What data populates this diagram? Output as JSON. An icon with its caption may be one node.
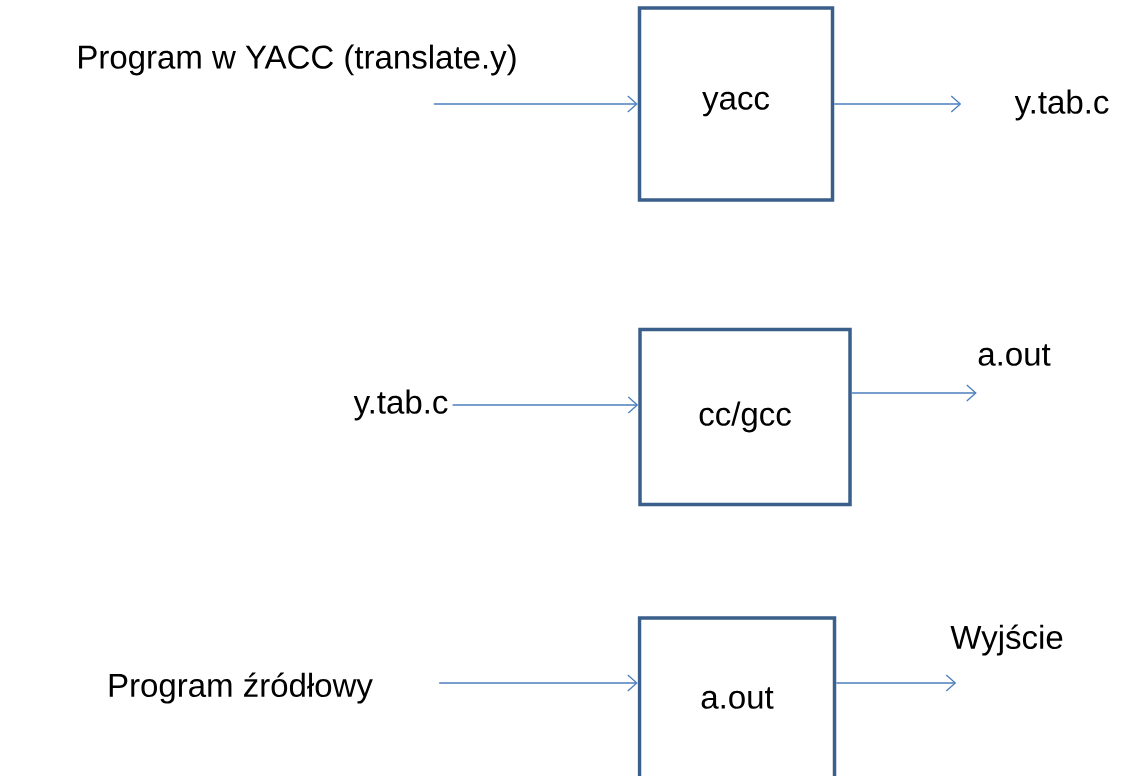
{
  "diagram": {
    "nodes": [
      {
        "text": [
          "Program w YACC (translate.y)"
        ]
      },
      {
        "text": [
          "yacc"
        ]
      },
      {
        "text": [
          "y.tab.c"
        ]
      },
      {
        "text": [
          "y.tab.c"
        ]
      },
      {
        "text": [
          "cc/gcc"
        ]
      },
      {
        "text": [
          "a.out"
        ]
      },
      {
        "text": [
          "Program źródłowy"
        ]
      },
      {
        "text": [
          "a.out"
        ]
      },
      {
        "text": [
          "Wyjście"
        ]
      }
    ],
    "edges": [
      {
        "from": 0,
        "to": 1,
        "arrow": "to"
      },
      {
        "from": 1,
        "to": 2,
        "arrow": "to"
      },
      {
        "from": 3,
        "to": 4,
        "arrow": "to"
      },
      {
        "from": 4,
        "to": 5,
        "arrow": "to"
      },
      {
        "from": 6,
        "to": 7,
        "arrow": "to"
      },
      {
        "from": 7,
        "to": 8,
        "arrow": "to"
      }
    ]
  }
}
